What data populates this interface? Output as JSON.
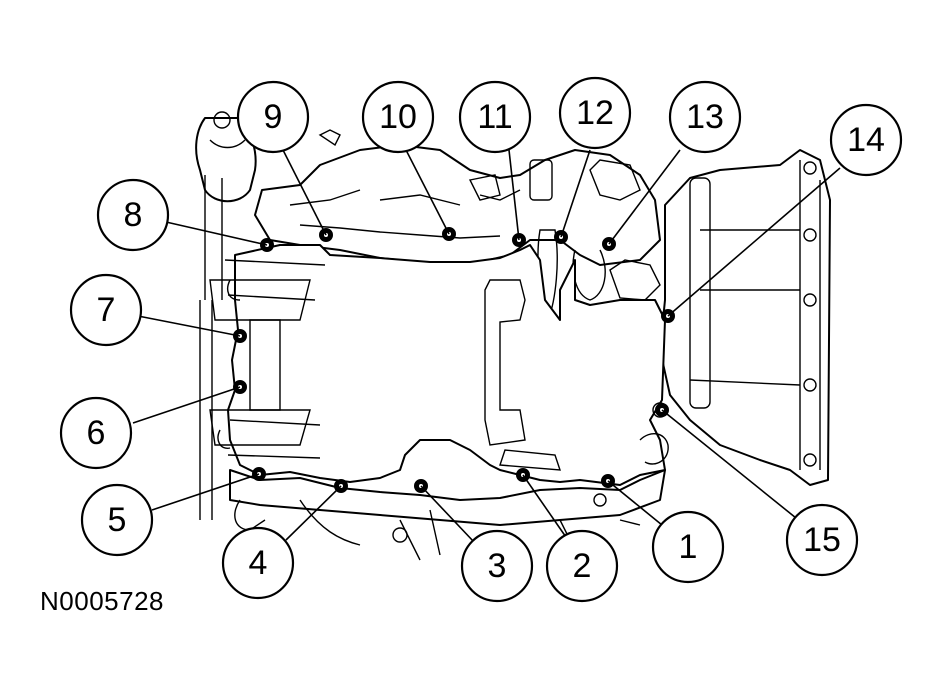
{
  "figure": {
    "reference_code": "N0005728"
  },
  "callouts": [
    {
      "label": "1"
    },
    {
      "label": "2"
    },
    {
      "label": "3"
    },
    {
      "label": "4"
    },
    {
      "label": "5"
    },
    {
      "label": "6"
    },
    {
      "label": "7"
    },
    {
      "label": "8"
    },
    {
      "label": "9"
    },
    {
      "label": "10"
    },
    {
      "label": "11"
    },
    {
      "label": "12"
    },
    {
      "label": "13"
    },
    {
      "label": "14"
    },
    {
      "label": "15"
    }
  ]
}
